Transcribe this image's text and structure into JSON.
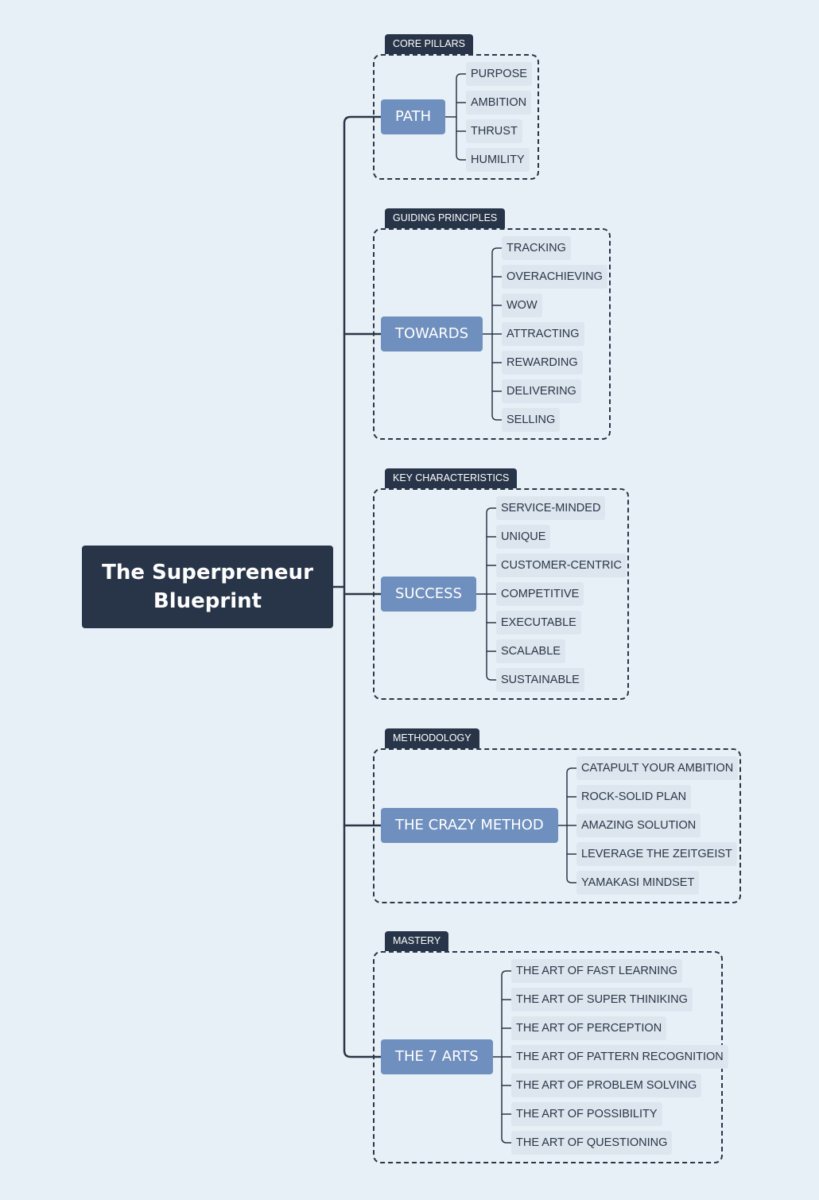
{
  "root": {
    "title": "The Superpreneur Blueprint"
  },
  "branches": [
    {
      "tag": "CORE PILLARS",
      "label": "PATH",
      "items": [
        "PURPOSE",
        "AMBITION",
        "THRUST",
        "HUMILITY"
      ]
    },
    {
      "tag": "GUIDING PRINCIPLES",
      "label": "TOWARDS",
      "items": [
        "TRACKING",
        "OVERACHIEVING",
        "WOW",
        "ATTRACTING",
        "REWARDING",
        "DELIVERING",
        "SELLING"
      ]
    },
    {
      "tag": "KEY CHARACTERISTICS",
      "label": "SUCCESS",
      "items": [
        "SERVICE-MINDED",
        "UNIQUE",
        "CUSTOMER-CENTRIC",
        "COMPETITIVE",
        "EXECUTABLE",
        "SCALABLE",
        "SUSTAINABLE"
      ]
    },
    {
      "tag": "METHODOLOGY",
      "label": "THE CRAZY METHOD",
      "items": [
        "CATAPULT YOUR AMBITION",
        "ROCK-SOLID PLAN",
        "AMAZING SOLUTION",
        "LEVERAGE THE ZEITGEIST",
        "YAMAKASI MINDSET"
      ]
    },
    {
      "tag": "MASTERY",
      "label": "THE 7 ARTS",
      "items": [
        "THE ART OF FAST LEARNING",
        "THE ART OF SUPER THINIKING",
        "THE ART OF PERCEPTION",
        "THE ART OF PATTERN RECOGNITION",
        "THE ART OF PROBLEM SOLVING",
        "THE ART OF POSSIBILITY",
        "THE ART OF QUESTIONING"
      ]
    }
  ],
  "colors": {
    "background": "#e8f0f7",
    "dark": "#283548",
    "branch": "#6f8fbe",
    "leaf": "#dde6ee",
    "line": "#2b3547"
  }
}
